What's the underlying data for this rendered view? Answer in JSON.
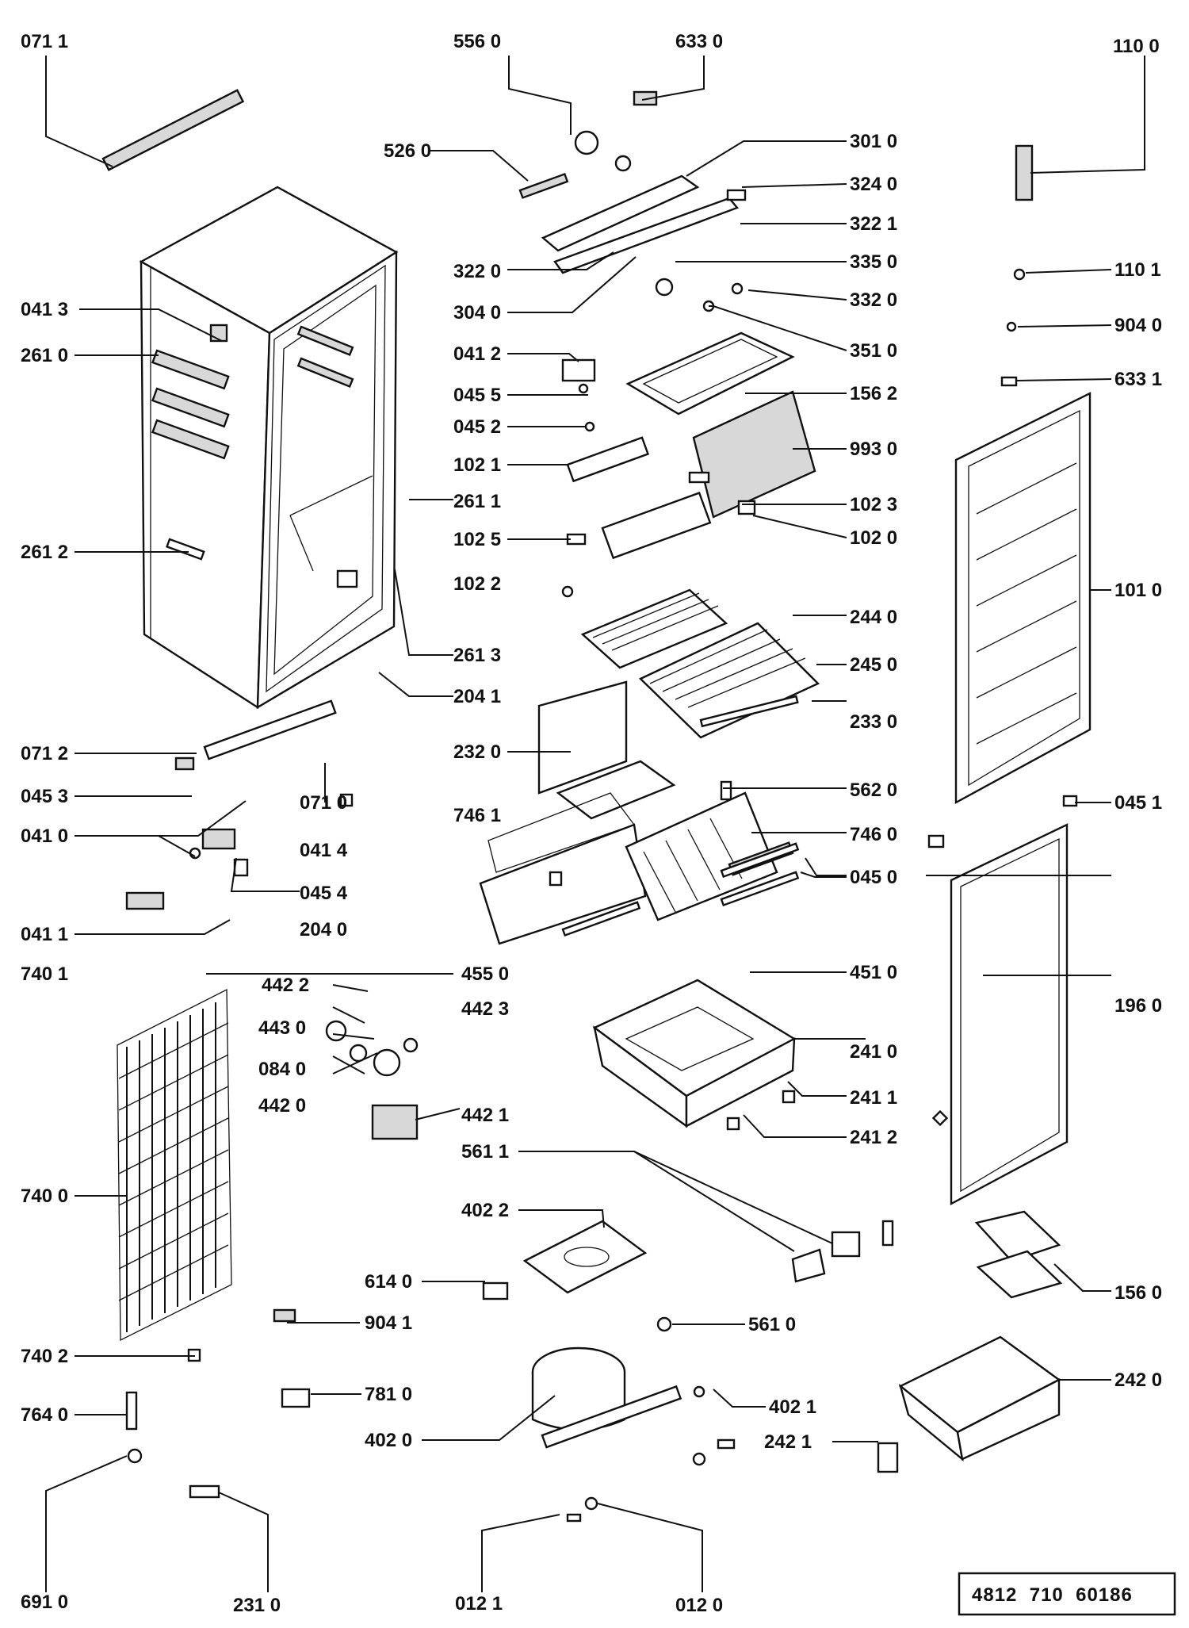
{
  "labels": {
    "p0711": "071 1",
    "p5560": "556 0",
    "p6330": "633 0",
    "p1100": "110 0",
    "p5260": "526 0",
    "p3010": "301 0",
    "p3240": "324 0",
    "p3221": "322 1",
    "p3220": "322 0",
    "p3350": "335 0",
    "p1101": "110 1",
    "p3040": "304 0",
    "p3320": "332 0",
    "p9040": "904 0",
    "p0413": "041 3",
    "p2610": "261 0",
    "p3510": "351 0",
    "p0412": "041 2",
    "p6331": "633 1",
    "p0455": "045 5",
    "p1562": "156 2",
    "p0452": "045 2",
    "p9930": "993 0",
    "p1021": "102 1",
    "p2611": "261 1",
    "p1023": "102 3",
    "p2612": "261 2",
    "p1025": "102 5",
    "p1020": "102 0",
    "p1022": "102 2",
    "p1010": "101 0",
    "p2440": "244 0",
    "p2613": "261 3",
    "p2450": "245 0",
    "p2041": "204 1",
    "p2330": "233 0",
    "p0712": "071 2",
    "p2320": "232 0",
    "p0710": "071 0",
    "p5620": "562 0",
    "p0453": "045 3",
    "p7461": "746 1",
    "p0451": "045 1",
    "p0410": "041 0",
    "p7460": "746 0",
    "p0414": "041 4",
    "p0450": "045 0",
    "p0454": "045 4",
    "p2040": "204 0",
    "p0411": "041 1",
    "p7401": "740 1",
    "p4550": "455 0",
    "p4510": "451 0",
    "p4422": "442 2",
    "p4423": "442 3",
    "p1960": "196 0",
    "p4430": "443 0",
    "p2410": "241 0",
    "p0840": "084 0",
    "p4420": "442 0",
    "p4421": "442 1",
    "p2411": "241 1",
    "p5611": "561 1",
    "p2412": "241 2",
    "p7400": "740 0",
    "p4022": "402 2",
    "p6140": "614 0",
    "p1560": "156 0",
    "p9041": "904 1",
    "p5610": "561 0",
    "p7402": "740 2",
    "p2420": "242 0",
    "p7810": "781 0",
    "p4021": "402 1",
    "p7640": "764 0",
    "p4020": "402 0",
    "p2421": "242 1",
    "p6910": "691 0",
    "p2310": "231 0",
    "p0121": "012 1",
    "p0120": "012 0"
  },
  "document_number": "4812  710  60186"
}
